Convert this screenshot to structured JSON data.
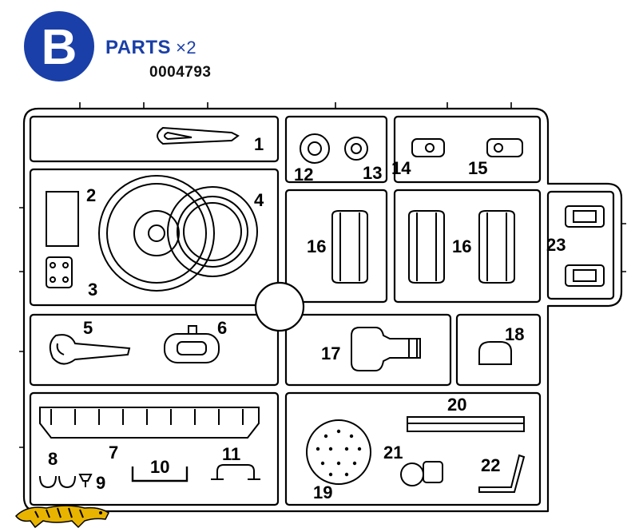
{
  "header": {
    "sprue_letter": "B",
    "title": "PARTS",
    "multiplier": "×2",
    "part_number": "0004793",
    "badge_color": "#1a3fa8"
  },
  "part_numbers": [
    "1",
    "2",
    "3",
    "4",
    "5",
    "6",
    "7",
    "8",
    "9",
    "10",
    "11",
    "12",
    "13",
    "14",
    "15",
    "16",
    "16",
    "17",
    "18",
    "19",
    "20",
    "21",
    "22",
    "23"
  ],
  "logo": {
    "icon": "tiger-logo",
    "color": "#e8b400"
  }
}
